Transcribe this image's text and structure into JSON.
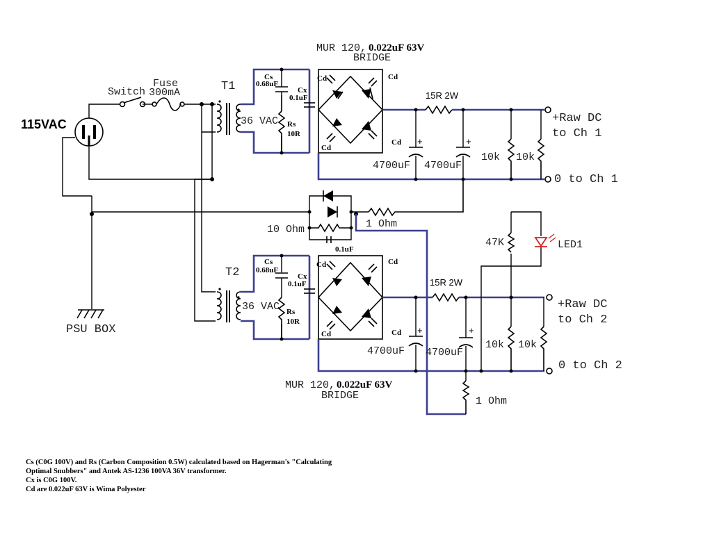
{
  "labels": {
    "mains": "115VAC",
    "switch": "Switch",
    "fuse_line1": "Fuse",
    "fuse_line2": "300mA",
    "ground": "PSU BOX",
    "t1": "T1",
    "t2": "T2",
    "vac1": "36 VAC",
    "vac2": "36 VAC",
    "cs1_name": "Cs",
    "cs1_value": "0.68uF",
    "cx1_name": "Cx",
    "cx1_value": "0.1uF",
    "rs1_name": "Rs",
    "rs1_value": "10R",
    "cs2_name": "Cs",
    "cs2_value": "0.68uF",
    "cx2_name": "Cx",
    "cx2_value": "0.1uF",
    "rs2_name": "Rs",
    "rs2_value": "10R",
    "bridge1_part": "MUR 120,",
    "bridge1_cap": "0.022uF 63V",
    "bridge1_label": "BRIDGE",
    "bridge2_part": "MUR 120,",
    "bridge2_cap": "0.022uF 63V",
    "bridge2_label": "BRIDGE",
    "cd": "Cd",
    "r15_1": "15R 2W",
    "r15_2": "15R 2W",
    "c1a": "4700uF",
    "c1b": "4700uF",
    "c2a": "4700uF",
    "c2b": "4700uF",
    "r10k_1a": "10k",
    "r10k_1b": "10k",
    "r10k_2a": "10k",
    "r10k_2b": "10k",
    "out1_line1": "+Raw DC",
    "out1_line2": "to Ch 1",
    "out1_zero": "0 to Ch 1",
    "out2_line1": "+Raw DC",
    "out2_line2": "to Ch 2",
    "out2_zero": "0 to Ch 2",
    "r_10ohm": "10 Ohm",
    "c_01": "0.1uF",
    "r_1ohm_top": "1 Ohm",
    "r_1ohm_bot": "1 Ohm",
    "r47k": "47K",
    "led": "LED1"
  },
  "notes": [
    "Cs (C0G 100V) and Rs (Carbon Composition 0.5W) calculated based on Hagerman's \"Calculating",
    "Optimal Snubbers\" and Antek AS-1236 100VA 36V transformer.",
    "Cx is C0G 100V.",
    "Cd are 0.022uF 63V is Wima Polyester"
  ],
  "colors": {
    "wire": "#000000",
    "highlight_wire": "#3b3f8f",
    "led": "#d42020"
  }
}
